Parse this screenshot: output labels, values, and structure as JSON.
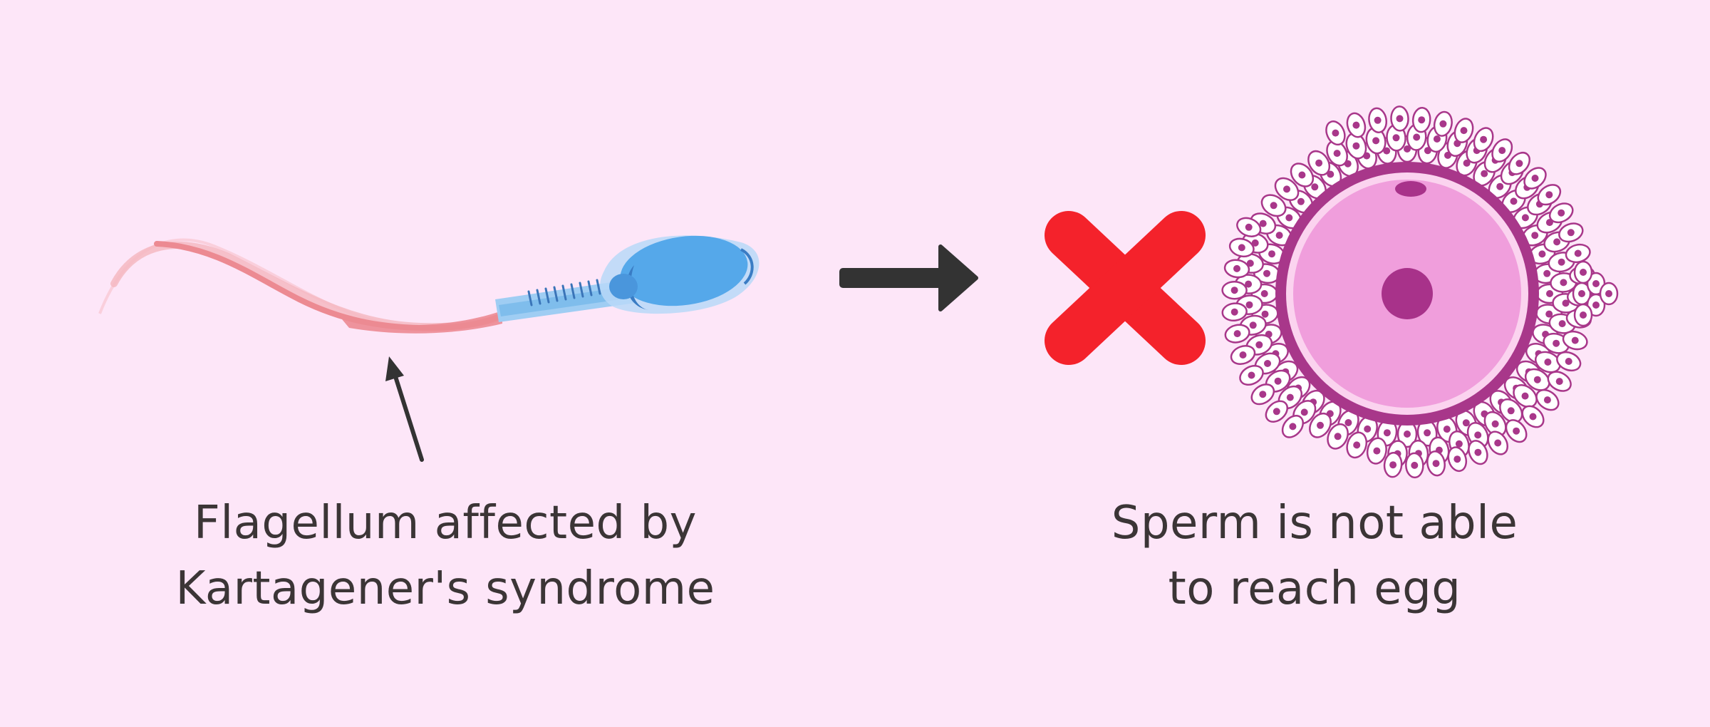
{
  "background_color": "#fde6f8",
  "captions": {
    "flagellum": {
      "line1": "Flagellum affected by",
      "line2": "Kartagener's syndrome"
    },
    "outcome": {
      "line1": "Sperm is not able",
      "line2": "to reach egg"
    }
  },
  "icons": {
    "sperm": "sperm-illustration",
    "pointer": "pointer-arrow-icon",
    "flow": "right-arrow-icon",
    "blocked": "red-x-icon",
    "egg": "egg-cell-illustration"
  },
  "colors": {
    "flagellum_affected": "#ec8a92",
    "sperm_head": "#55a8ea",
    "sperm_halo": "#b8d8f8",
    "arrow": "#333333",
    "cross": "#f4222b",
    "zona": "#a8378a",
    "ooplasm": "#f09edc",
    "nucleus": "#a8328a"
  }
}
